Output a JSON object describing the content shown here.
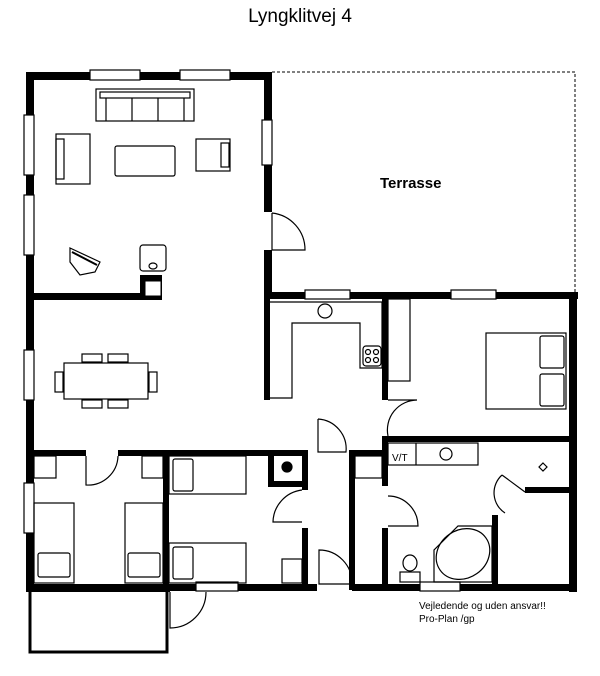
{
  "title": "Lyngklitvej 4",
  "rooms": {
    "terrace": "Terrasse",
    "utility_label": "V/T"
  },
  "footer": {
    "disclaimer": "Vejledende og uden ansvar!!",
    "credit": "Pro-Plan /gp"
  },
  "colors": {
    "wall": "#000000",
    "background": "#ffffff",
    "line": "#000000"
  }
}
